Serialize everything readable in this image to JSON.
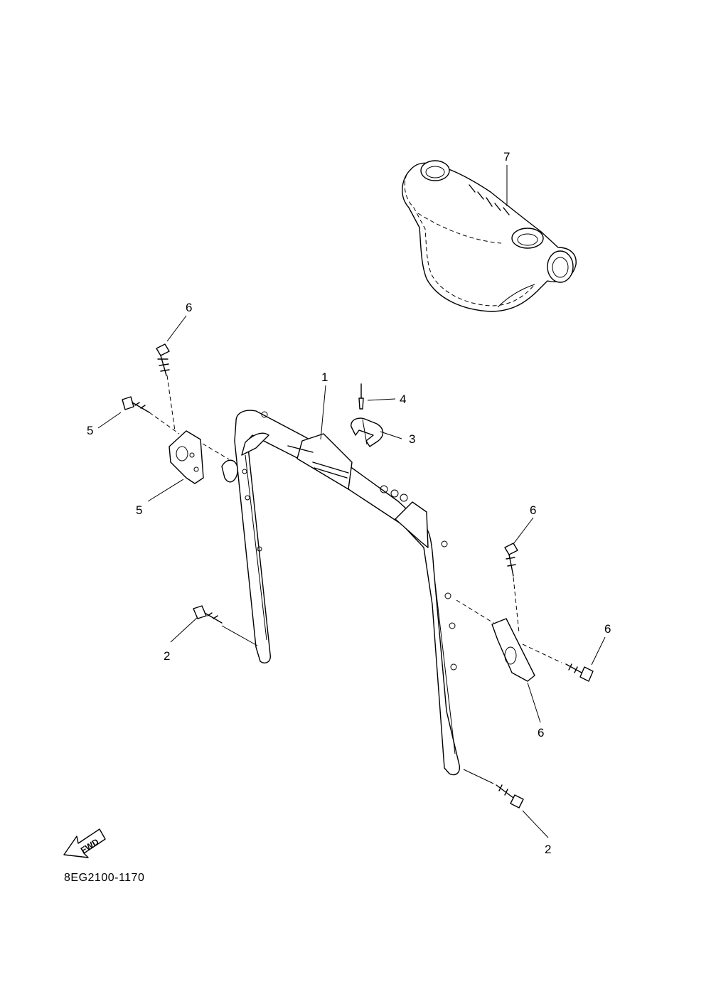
{
  "diagram_code": "8EG2100-1170",
  "fwd_label": "FWD",
  "callouts": [
    {
      "id": "c1",
      "label": "1"
    },
    {
      "id": "c2a",
      "label": "2"
    },
    {
      "id": "c2b",
      "label": "2"
    },
    {
      "id": "c3",
      "label": "3"
    },
    {
      "id": "c4",
      "label": "4"
    },
    {
      "id": "c5a",
      "label": "5"
    },
    {
      "id": "c5b",
      "label": "5"
    },
    {
      "id": "c6a",
      "label": "6"
    },
    {
      "id": "c6b",
      "label": "6"
    },
    {
      "id": "c6c",
      "label": "6"
    },
    {
      "id": "c6d",
      "label": "6"
    },
    {
      "id": "c7",
      "label": "7"
    }
  ]
}
